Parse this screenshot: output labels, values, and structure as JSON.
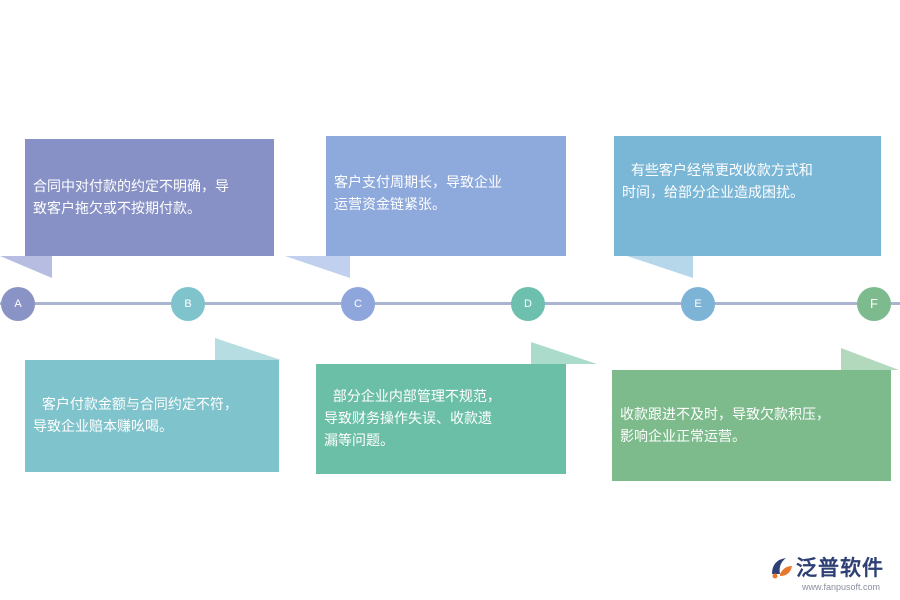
{
  "nodes": [
    {
      "label": "A",
      "color": "#8a93c6"
    },
    {
      "label": "B",
      "color": "#7fc3cc"
    },
    {
      "label": "C",
      "color": "#8ea6db"
    },
    {
      "label": "D",
      "color": "#6dbfae"
    },
    {
      "label": "E",
      "color": "#7db4d6"
    },
    {
      "label": "F",
      "color": "#7dbb8e"
    }
  ],
  "cards": [
    {
      "text": "合同中对付款的约定不明确，导\n致客户拖欠或不按期付款。",
      "color": "#8791c6",
      "tail_color": "#b7bde0"
    },
    {
      "text": "  客户付款金额与合同约定不符，\n导致企业赔本赚吆喝。",
      "color": "#7fc3cc",
      "tail_color": "#b6dde2"
    },
    {
      "text": "客户支付周期长，导致企业\n运营资金链紧张。",
      "color": "#8ea9dc",
      "tail_color": "#c1d0ee"
    },
    {
      "text": "  部分企业内部管理不规范，\n导致财务操作失误、收款遗\n漏等问题。",
      "color": "#6bbfa6",
      "tail_color": "#abdccb"
    },
    {
      "text": "  有些客户经常更改收款方式和\n时间，给部分企业造成困扰。",
      "color": "#7ab6d6",
      "tail_color": "#b6d7e9"
    },
    {
      "text": "收款跟进不及时，导致欠款积压，\n影响企业正常运营。",
      "color": "#7dba8c",
      "tail_color": "#b3d9bc"
    }
  ],
  "logo": {
    "name": "泛普软件",
    "url": "www.fanpusoft.com",
    "color": "#2d3f73",
    "accent": "#e8792b",
    "icon": "fanpu-logo-icon"
  }
}
